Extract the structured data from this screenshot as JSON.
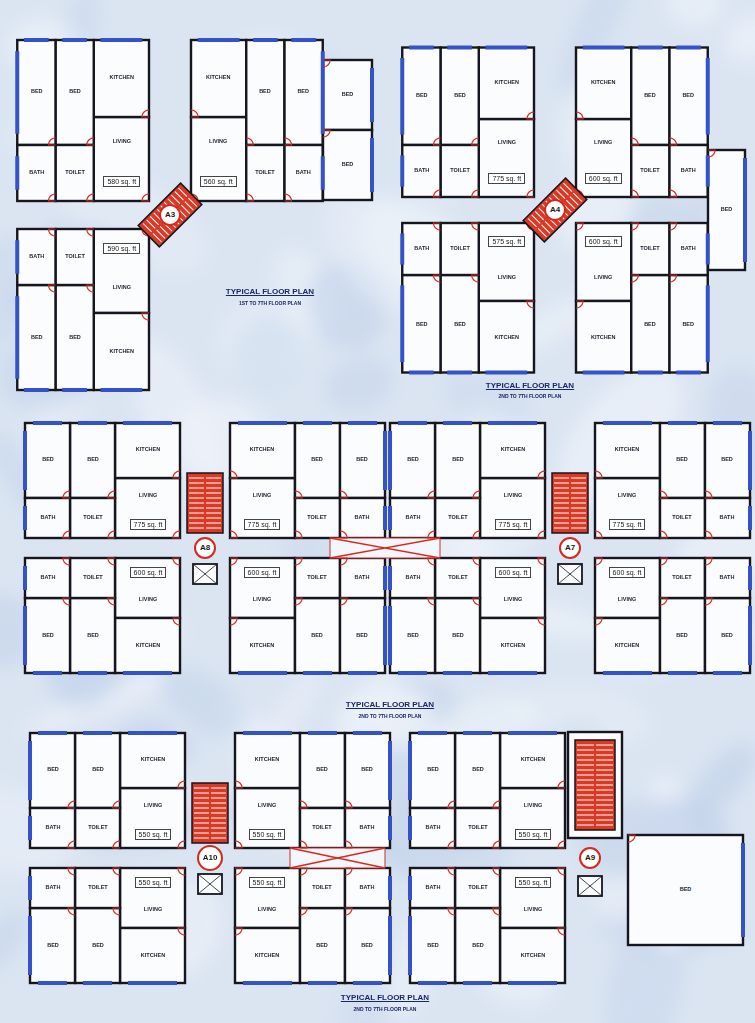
{
  "diagram": {
    "nodes": [
      {
        "text": [
          "A3"
        ]
      },
      {
        "text": [
          "580 sq. ft"
        ]
      },
      {
        "text": [
          "560 sq. ft"
        ]
      },
      {
        "text": [
          "590 sq. ft"
        ]
      },
      {
        "text": [
          "A4"
        ]
      },
      {
        "text": [
          "775 sq. ft"
        ]
      },
      {
        "text": [
          "600 sq. ft"
        ]
      },
      {
        "text": [
          "575 sq. ft"
        ]
      },
      {
        "text": [
          "600 sq. ft"
        ]
      },
      {
        "text": [
          "A8"
        ]
      },
      {
        "text": [
          "775 sq. ft"
        ]
      },
      {
        "text": [
          "775 sq. ft"
        ]
      },
      {
        "text": [
          "600 sq. ft"
        ]
      },
      {
        "text": [
          "600 sq. ft"
        ]
      },
      {
        "text": [
          "A7"
        ]
      },
      {
        "text": [
          "775 sq. ft"
        ]
      },
      {
        "text": [
          "775 sq. ft"
        ]
      },
      {
        "text": [
          "600 sq. ft"
        ]
      },
      {
        "text": [
          "600 sq. ft"
        ]
      },
      {
        "text": [
          "A10"
        ]
      },
      {
        "text": [
          "550 sq. ft"
        ]
      },
      {
        "text": [
          "550 sq. ft"
        ]
      },
      {
        "text": [
          "550 sq. ft"
        ]
      },
      {
        "text": [
          "550 sq. ft"
        ]
      },
      {
        "text": [
          "A9"
        ]
      },
      {
        "text": [
          "550 sq. ft"
        ]
      },
      {
        "text": [
          "550 sq. ft"
        ]
      }
    ],
    "labels": [
      "LIVING",
      "KITCHEN",
      "BED",
      "BED",
      "TOILET",
      "BATH",
      "LIVING",
      "KITCHEN",
      "BED",
      "BED",
      "TOILET",
      "BATH",
      "LIVING",
      "KITCHEN",
      "BED",
      "BED",
      "TOILET",
      "BATH",
      "BED",
      "BED",
      "TYPICAL FLOOR PLAN",
      "1ST TO 7TH FLOOR PLAN",
      "LIVING",
      "KITCHEN",
      "BED",
      "BED",
      "TOILET",
      "BATH",
      "LIVING",
      "KITCHEN",
      "BED",
      "BED",
      "TOILET",
      "BATH",
      "LIVING",
      "KITCHEN",
      "BED",
      "BED",
      "TOILET",
      "BATH",
      "LIVING",
      "KITCHEN",
      "BED",
      "BED",
      "TOILET",
      "BATH",
      "BED",
      "TYPICAL FLOOR PLAN",
      "2ND TO 7TH FLOOR PLAN",
      "LIVING",
      "KITCHEN",
      "BED",
      "BED",
      "TOILET",
      "BATH",
      "LIVING",
      "KITCHEN",
      "BED",
      "BED",
      "TOILET",
      "BATH",
      "LIVING",
      "KITCHEN",
      "BED",
      "BED",
      "TOILET",
      "BATH",
      "LIVING",
      "KITCHEN",
      "BED",
      "BED",
      "TOILET",
      "BATH",
      "LIVING",
      "KITCHEN",
      "BED",
      "BED",
      "TOILET",
      "BATH",
      "LIVING",
      "KITCHEN",
      "BED",
      "BED",
      "TOILET",
      "BATH",
      "LIVING",
      "KITCHEN",
      "BED",
      "BED",
      "TOILET",
      "BATH",
      "LIVING",
      "KITCHEN",
      "BED",
      "BED",
      "TOILET",
      "BATH",
      "TYPICAL FLOOR PLAN",
      "2ND TO 7TH FLOOR PLAN",
      "LIVING",
      "KITCHEN",
      "BED",
      "BED",
      "TOILET",
      "BATH",
      "LIVING",
      "KITCHEN",
      "BED",
      "BED",
      "TOILET",
      "BATH",
      "LIVING",
      "KITCHEN",
      "BED",
      "BED",
      "TOILET",
      "BATH",
      "LIVING",
      "KITCHEN",
      "BED",
      "BED",
      "TOILET",
      "BATH",
      "LIVING",
      "KITCHEN",
      "BED",
      "BED",
      "TOILET",
      "BATH",
      "LIVING",
      "KITCHEN",
      "BED",
      "BED",
      "TOILET",
      "BATH",
      "BED",
      "TYPICAL FLOOR PLAN",
      "2ND TO 7TH FLOOR PLAN"
    ]
  }
}
